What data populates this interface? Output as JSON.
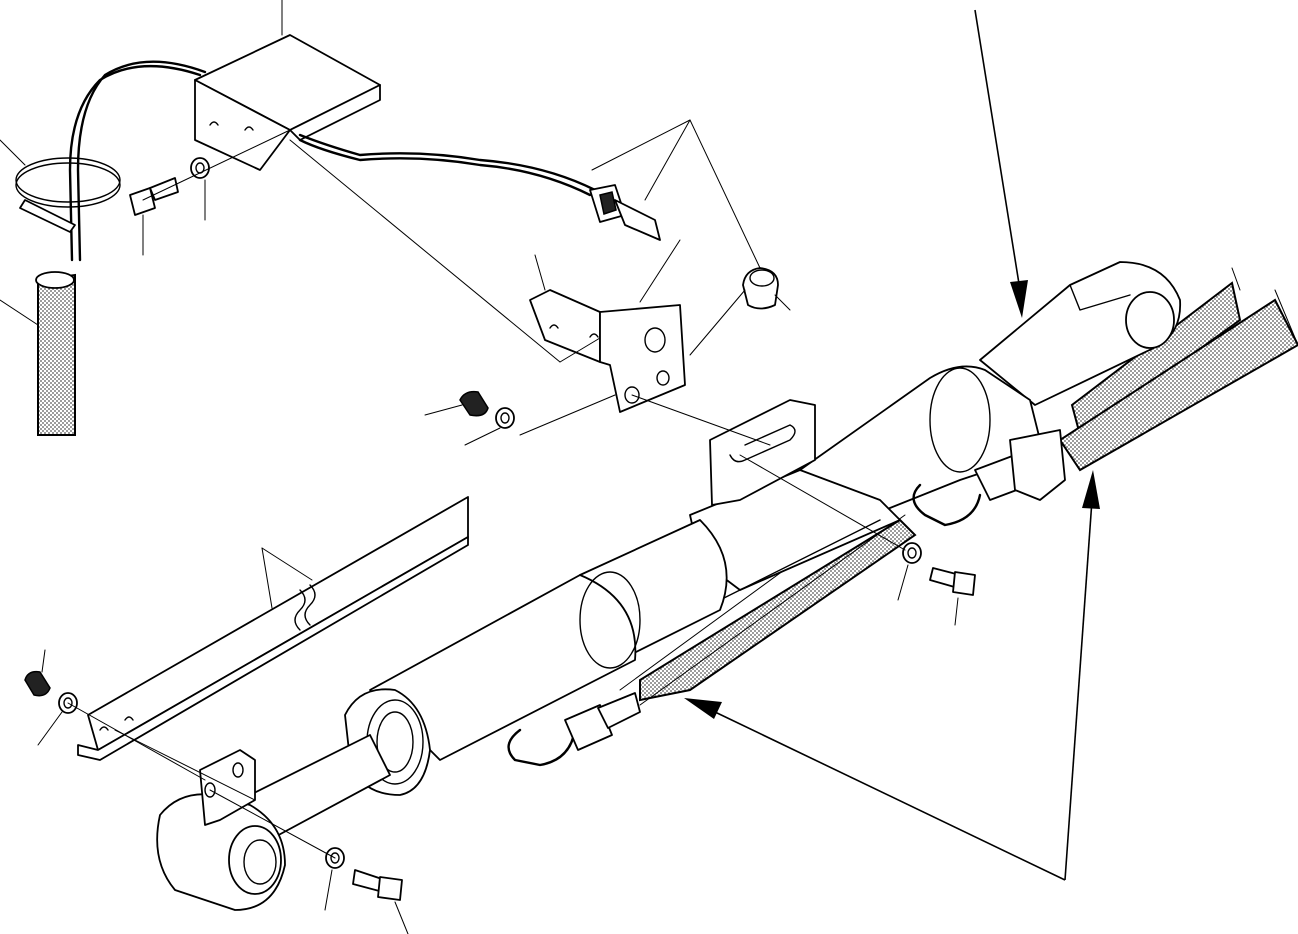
{
  "figure": {
    "parts": [
      "sensor-box",
      "sensor-cable",
      "cable-clamp",
      "hose-sleeve",
      "box-bolt",
      "box-washer",
      "cable-connector",
      "connector-nut",
      "mounting-bracket",
      "bracket-nut",
      "bracket-washer",
      "cylinder-lug-plate",
      "lug-washer",
      "lug-bolt",
      "long-strip-bracket",
      "strip-nut",
      "strip-washer",
      "rod-end-lug",
      "rod-washer",
      "rod-bolt",
      "hydraulic-cylinder",
      "hydraulic-hoses"
    ],
    "colors": {
      "line": "#000000",
      "background": "#ffffff",
      "hatch": "#9a9a9a"
    }
  }
}
